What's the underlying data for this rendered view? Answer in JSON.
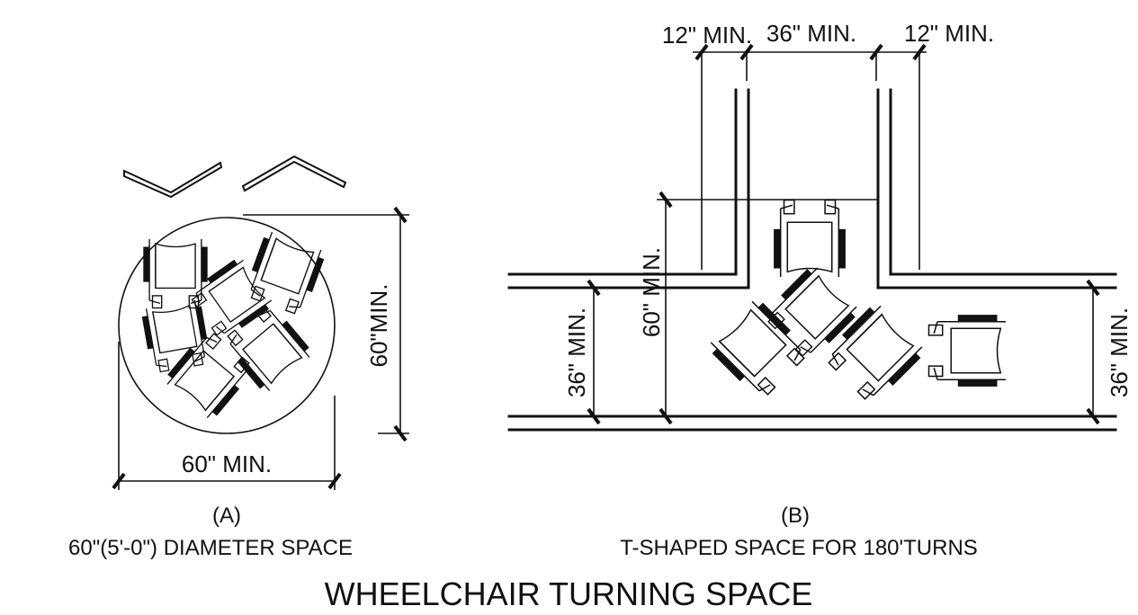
{
  "panel_a": {
    "letter": "(A)",
    "caption": "60\"(5'-0\") DIAMETER SPACE",
    "dim_width": "60\" MIN.",
    "dim_height": "60\"MIN."
  },
  "panel_b": {
    "letter": "(B)",
    "caption": "T-SHAPED SPACE FOR 180'TURNS",
    "dim_top_left": "12\" MIN.",
    "dim_top_mid": "36\" MIN.",
    "dim_top_right": "12\" MIN.",
    "dim_left_corridor": "36\" MIN.",
    "dim_depth": "60\" MIN.",
    "dim_right_corridor": "36\" MIN."
  },
  "title": "WHEELCHAIR TURNING SPACE"
}
